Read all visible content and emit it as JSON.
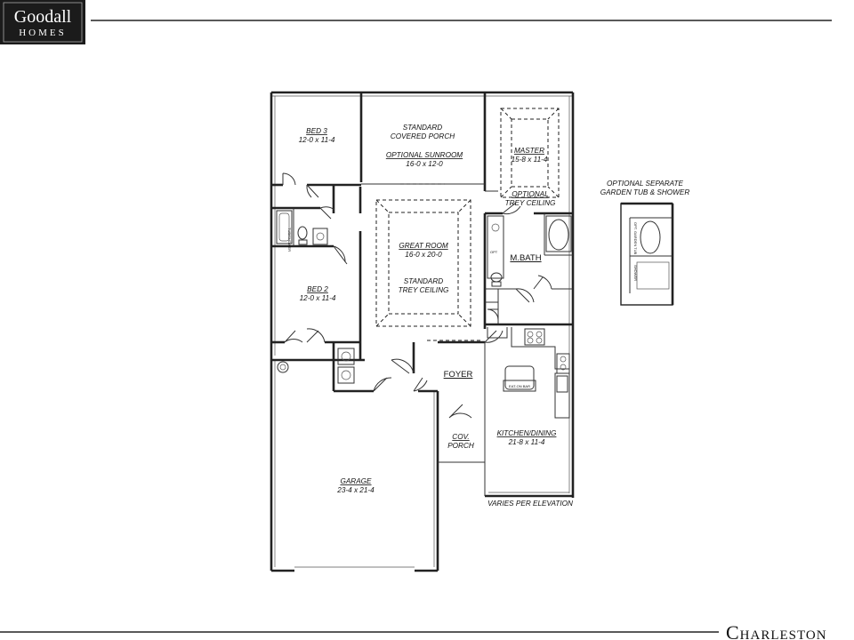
{
  "logo": {
    "line1": "Goodall",
    "line2": "HOMES"
  },
  "plan_name": "Charleston",
  "rooms": {
    "bed3": {
      "name": "BED 3",
      "dims": "12-0 x 11-4"
    },
    "porch": {
      "name1": "STANDARD",
      "name2": "COVERED PORCH",
      "alt": "OPTIONAL SUNROOM",
      "alt_dims": "16-0 x 12-0"
    },
    "master": {
      "name": "MASTER",
      "dims": "15-8 x 11-4",
      "ceiling1": "OPTIONAL",
      "ceiling2": "TREY CEILING"
    },
    "great_room": {
      "name": "GREAT ROOM",
      "dims": "16-0 x 20-0",
      "ceiling1": "STANDARD",
      "ceiling2": "TREY CEILING"
    },
    "mbath": {
      "name": "M.BATH"
    },
    "bed2": {
      "name": "BED 2",
      "dims": "12-0 x 11-4"
    },
    "foyer": {
      "name": "FOYER"
    },
    "cov_porch": {
      "name1": "COV.",
      "name2": "PORCH"
    },
    "kitchen": {
      "name": "KITCHEN/DINING",
      "dims": "21-8 x 11-4",
      "bar": "EAT-ON BAR"
    },
    "garage": {
      "name": "GARAGE",
      "dims": "23-4 x 21-4"
    }
  },
  "optional": {
    "line1": "OPTIONAL SEPARATE",
    "line2": "GARDEN TUB & SHOWER"
  },
  "notes": {
    "elevation": "VARIES PER ELEVATION"
  }
}
